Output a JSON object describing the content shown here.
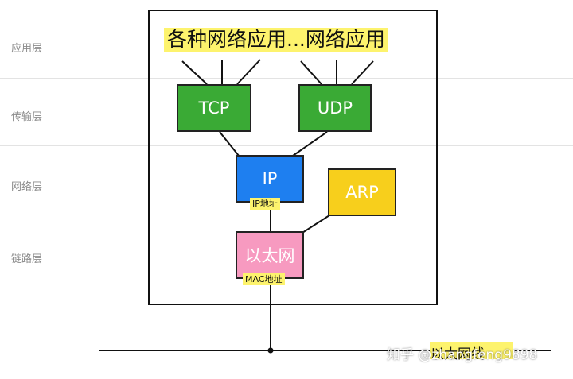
{
  "layers": [
    "应用层",
    "传输层",
    "网络层",
    "链路层"
  ],
  "headline": "各种网络应用...网络应用",
  "boxes": {
    "tcp": "TCP",
    "udp": "UDP",
    "ip": "IP",
    "arp": "ARP",
    "ethernet": "以太网"
  },
  "tags": {
    "ip_address": "IP地址",
    "mac_address": "MAC地址"
  },
  "wire_label": "以太网线",
  "watermark": "知乎 @zhangfeng9898",
  "colors": {
    "tcp": "#3aaa35",
    "udp": "#3aaa35",
    "ip": "#1e7ff0",
    "arp": "#f7cf1c",
    "ethernet": "#f79ac0",
    "highlight": "#fdf36d"
  }
}
